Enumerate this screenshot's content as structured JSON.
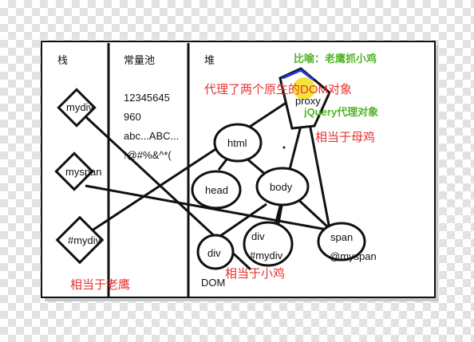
{
  "sections": {
    "stack": "栈",
    "constant_pool": "常量池",
    "heap": "堆"
  },
  "stack_items": [
    "mydiv",
    "myspan",
    "#mydiv"
  ],
  "constant_pool_items": [
    "12345645",
    "960",
    "abc...ABC...",
    "!@#%&^*("
  ],
  "heap_nodes": {
    "html": "html",
    "head": "head",
    "body": "body",
    "div1": "div",
    "div2": "div",
    "div2_sub": "#mydiv",
    "span": "span",
    "span_sub": "@myspan",
    "proxy": "proxy",
    "dom": "DOM"
  },
  "annotations": {
    "metaphor": "比喻：老鹰抓小鸡",
    "proxied": "代理了两个原生的DOM对象",
    "jquery_proxy": "jQuery代理对象",
    "mother_hen": "相当于母鸡",
    "chicks": "相当于小鸡",
    "eagle": "相当于老鹰"
  },
  "colors": {
    "line": "#111111",
    "red_text": "#e8312f",
    "green_text": "#4fb527",
    "proxy_fill": "#f5e33a",
    "proxy_edge": "#2233dd"
  }
}
